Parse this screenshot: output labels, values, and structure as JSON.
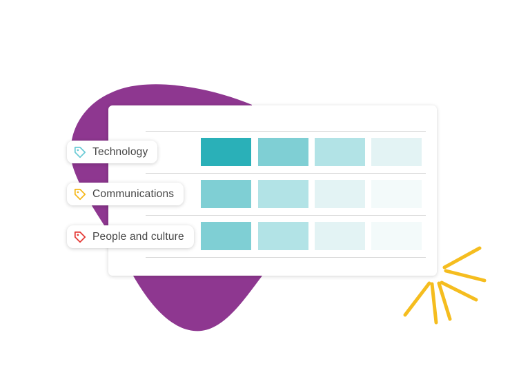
{
  "tags": [
    {
      "label": "Technology",
      "color": "#6ccbd6"
    },
    {
      "label": "Communications",
      "color": "#f5b81c"
    },
    {
      "label": "People and culture",
      "color": "#e53935"
    }
  ],
  "grid_colors": [
    [
      "#2ab0b8",
      "#7fcfd4",
      "#b2e3e6",
      "#e3f3f4"
    ],
    [
      "#7fcfd4",
      "#b2e3e6",
      "#e3f3f4",
      "#f3fafa"
    ],
    [
      "#7fcfd4",
      "#b2e3e6",
      "#e3f3f4",
      "#f3fafa"
    ]
  ],
  "blob_color": "#8e3790",
  "spark_color": "#f5bd1f"
}
